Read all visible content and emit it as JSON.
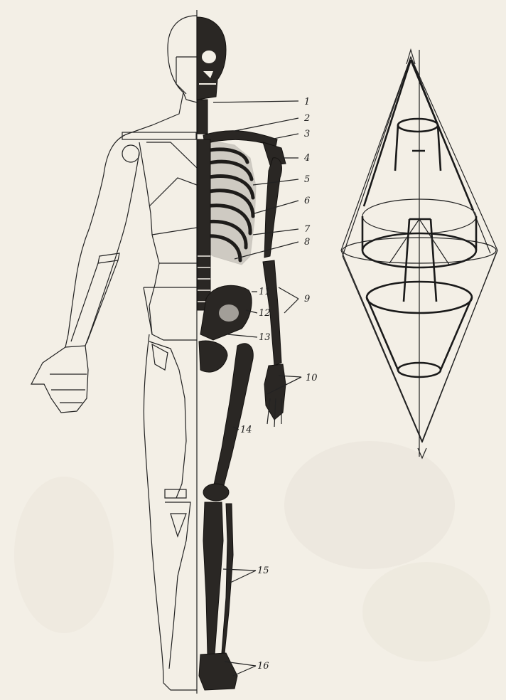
{
  "diagram": {
    "labels": [
      "1",
      "2",
      "3",
      "4",
      "5",
      "6",
      "7",
      "8",
      "9",
      "10",
      "11",
      "12",
      "13",
      "14",
      "15",
      "16"
    ],
    "colors": {
      "paper": "#f3efe6",
      "ink": "#1c1c1c",
      "bone": "#2a2724"
    }
  }
}
